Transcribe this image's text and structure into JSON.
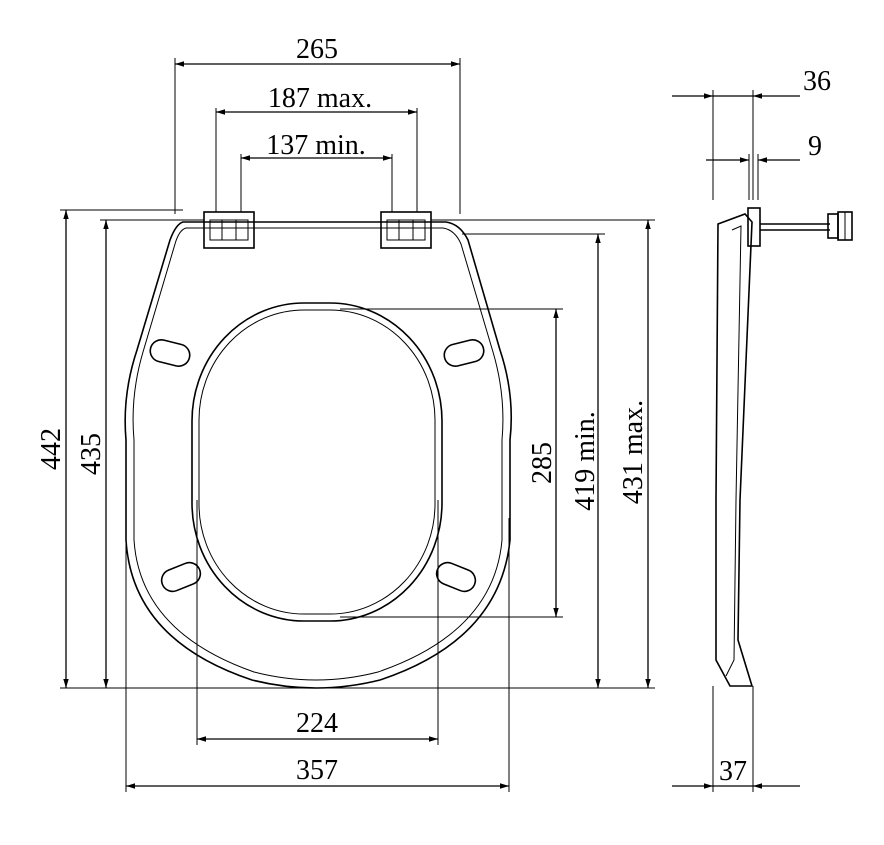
{
  "front_view": {
    "top_width": "265",
    "hinge_max": "187 max.",
    "hinge_min": "137 min.",
    "total_length": "442",
    "seat_length": "435",
    "opening_length": "285",
    "fixing_min": "419 min.",
    "fixing_max": "431 max.",
    "opening_width": "224",
    "total_width": "357"
  },
  "side_view": {
    "hinge_depth": "36",
    "hinge_thickness": "9",
    "seat_thickness": "37"
  }
}
